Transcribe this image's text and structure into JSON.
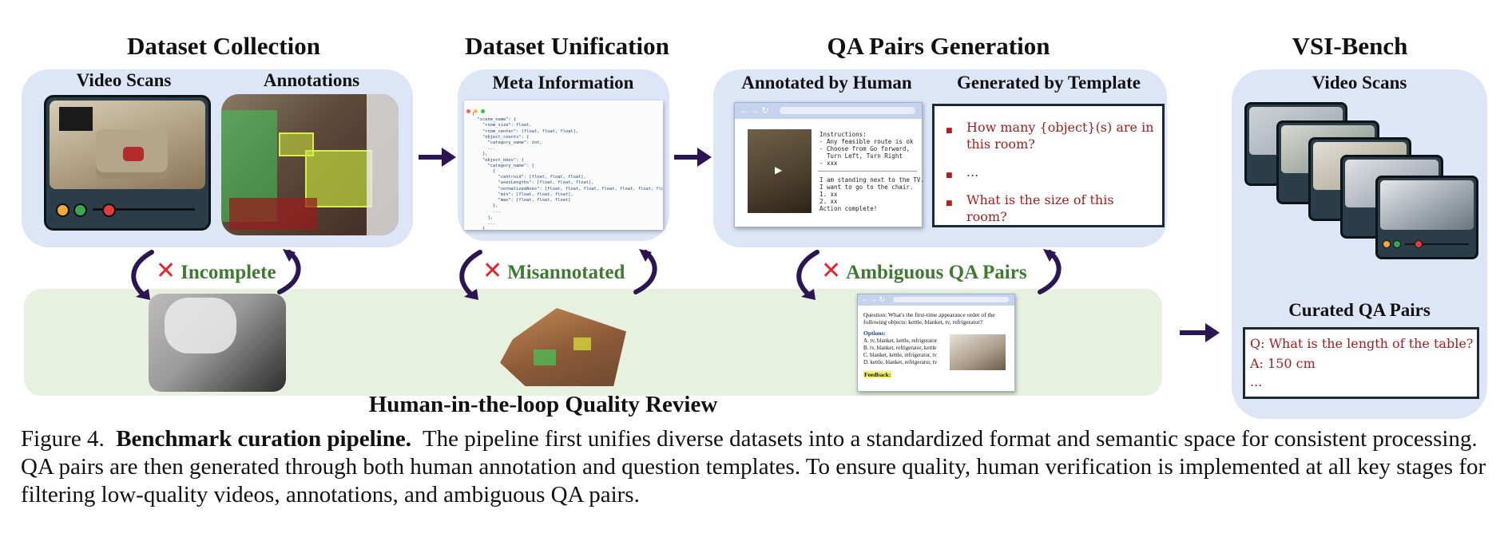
{
  "stages": {
    "collection": {
      "title": "Dataset Collection",
      "left_label": "Video Scans",
      "right_label": "Annotations"
    },
    "unification": {
      "title": "Dataset Unification",
      "label": "Meta Information"
    },
    "qa": {
      "title": "QA Pairs Generation",
      "left_label": "Annotated by Human",
      "right_label": "Generated by Template"
    },
    "vsi": {
      "title": "VSI-Bench",
      "top_label": "Video Scans",
      "bottom_label": "Curated QA Pairs"
    }
  },
  "reviews": [
    {
      "label": "Incomplete"
    },
    {
      "label": "Misannotated"
    },
    {
      "label": "Ambiguous QA Pairs"
    }
  ],
  "review_title": "Human-in-the-loop Quality Review",
  "template_items": [
    "How many {object}(s) are in this room?",
    "...",
    "What is the size of this room?"
  ],
  "human_annot": {
    "instructions": "Instructions:\n- Any feasible route is ok\n- Choose from Go forward,\n  Turn Left, Turn Right\n- xxx",
    "response": "I am standing next to the TV.\nI want to go to the chair.\n1. xx\n2. xx\nAction complete!"
  },
  "review_card": {
    "question": "Question: What's the first-time appearance order of the following objects: kettle, blanket, tv, refrigerator?",
    "options_label": "Options:",
    "options": [
      "A. tv, blanket, kettle, refrigerator",
      "B. tv, blanket, refrigerator, kettle",
      "C. blanket, kettle, refrigerator, tv",
      "D. kettle, blanket, refrigerator, tv"
    ],
    "feedback": "Feedback:"
  },
  "curated_qa": {
    "q": "Q: What is the length of the table?",
    "a": "A: 150 cm",
    "more": "..."
  },
  "json_code": "{\n  \"scene_name\": {\n    \"room_size\": float,\n    \"room_center\": [float, float, float],\n    \"object_counts\": {\n      \"category_name\": int,\n      ...\n    },\n    \"object_bbox\": {\n      \"category_name\": [\n        {\n          \"centroid\": [float, float, float],\n          \"axesLengths\": [float, float, float],\n          \"normalizedAxes\": [float, float, float, float, float, float, float, float, float],\n          \"min\": [float, float, float],\n          \"max\": [float, float, float]\n        },\n        ...\n      ],\n      ...\n    }\n  }\n}",
  "caption": {
    "prefix": "Figure 4.",
    "bold": "Benchmark curation pipeline.",
    "text": "The pipeline first unifies diverse datasets into a standardized format and semantic space for consistent processing. QA pairs are then generated through both human annotation and question templates. To ensure quality, human verification is implemented at all key stages for filtering low-quality videos, annotations, and ambiguous QA pairs."
  },
  "colors": {
    "panel": "#dde6f7",
    "review_band": "#e7f1df",
    "arrow": "#2b1653",
    "reject": "#e0282e",
    "review_text": "#3f7a32",
    "qa_text": "#a61d1d"
  }
}
